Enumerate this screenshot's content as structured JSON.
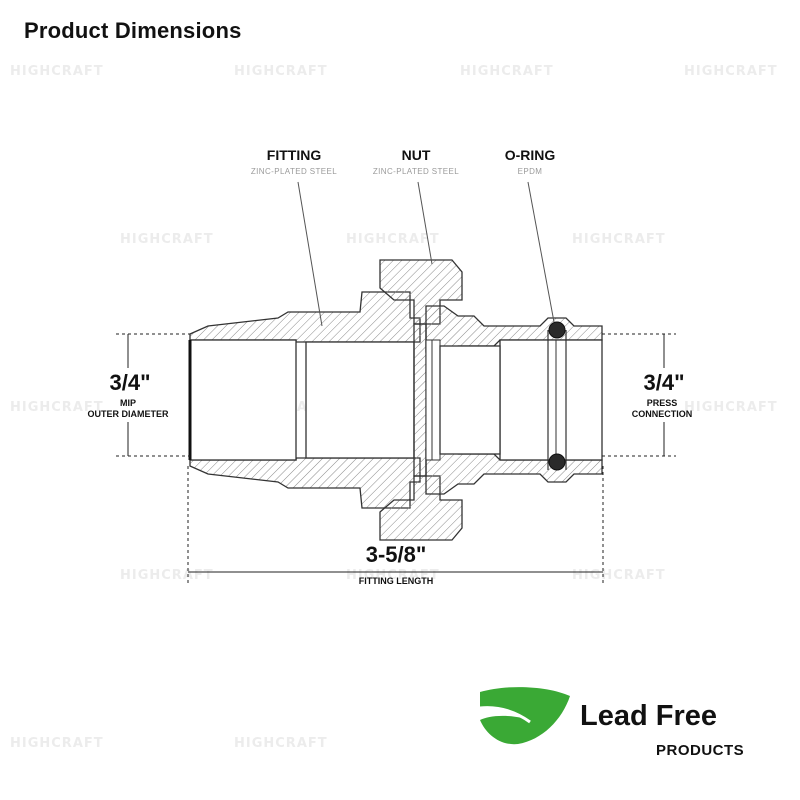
{
  "page": {
    "title": "Product Dimensions"
  },
  "watermark": {
    "text": "HIGHCRAFT"
  },
  "parts": {
    "fitting": {
      "name": "FITTING",
      "material": "ZINC-PLATED STEEL"
    },
    "nut": {
      "name": "NUT",
      "material": "ZINC-PLATED STEEL"
    },
    "oring": {
      "name": "O-RING",
      "material": "EPDM"
    }
  },
  "dimensions": {
    "left": {
      "value": "3/4\"",
      "line1": "MIP",
      "line2": "OUTER DIAMETER"
    },
    "right": {
      "value": "3/4\"",
      "line1": "PRESS",
      "line2": "CONNECTION"
    },
    "length": {
      "value": "3-5/8\"",
      "label": "FITTING LENGTH"
    }
  },
  "badge": {
    "line1": "Lead Free",
    "line2": "PRODUCTS",
    "leaf_color": "#3aa935",
    "leaf_icon": "leaf-icon"
  },
  "colors": {
    "outline": "#333333",
    "hatch": "#8a8a8a",
    "dim_line": "#222222",
    "oring": "#2a2a2a"
  }
}
